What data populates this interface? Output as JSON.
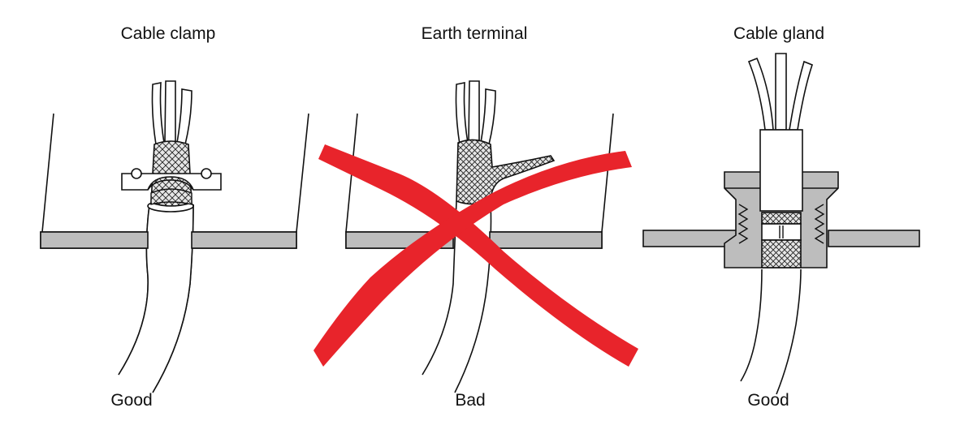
{
  "panels": [
    {
      "title": "Cable clamp",
      "verdict": "Good"
    },
    {
      "title": "Earth terminal",
      "verdict": "Bad"
    },
    {
      "title": "Cable gland",
      "verdict": "Good"
    }
  ],
  "colors": {
    "line": "#111111",
    "plate_fill": "#bdbdbd",
    "cable_fill": "#ffffff",
    "braid_fill": "#e6e6e6",
    "cross_red": "#e8242b"
  }
}
